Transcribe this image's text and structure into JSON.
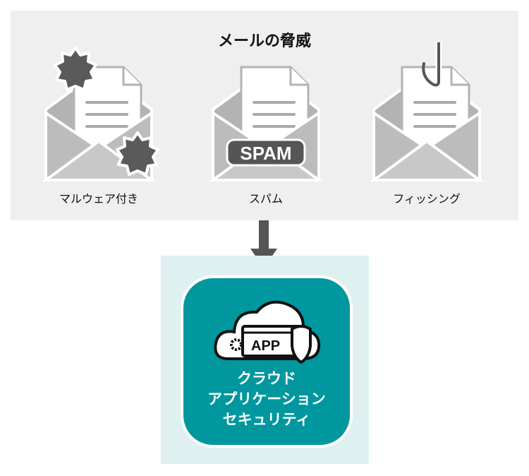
{
  "title": "メールの脅威",
  "threats": [
    {
      "label": "マルウェア付き",
      "icon": "malware-envelope-icon"
    },
    {
      "label": "スパム",
      "icon": "spam-envelope-icon",
      "badge": "SPAM"
    },
    {
      "label": "フィッシング",
      "icon": "phishing-envelope-icon"
    }
  ],
  "solution": {
    "lines": [
      "クラウド",
      "アプリケーション",
      "セキュリティ"
    ],
    "app_label": "APP"
  },
  "colors": {
    "teal": "#00979f",
    "panel": "#efefef"
  }
}
